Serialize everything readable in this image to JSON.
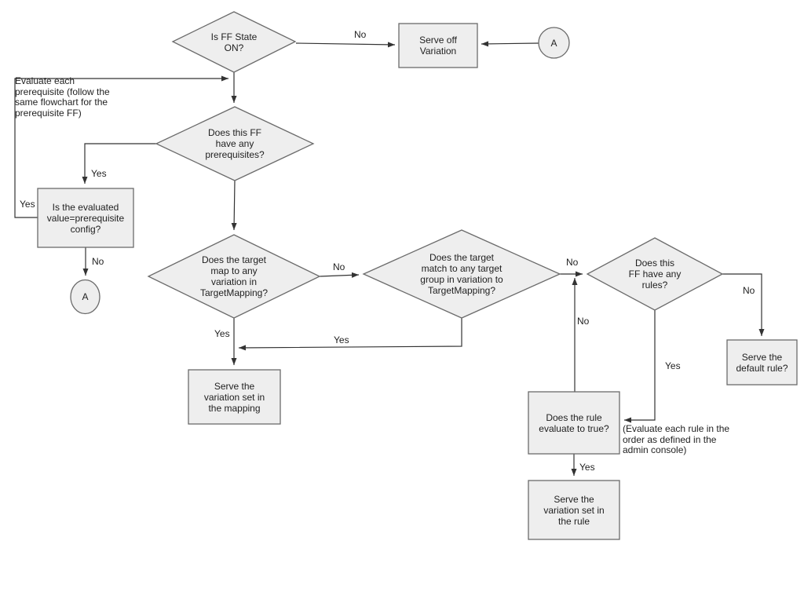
{
  "diagram": {
    "kind": "flowchart",
    "colors": {
      "background": "#ffffff",
      "node_fill": "#eeeeee",
      "node_stroke": "#6b6b6b",
      "connector": "#333333",
      "text": "#1f1f1f"
    },
    "nodes": {
      "is_ff_state_on": {
        "type": "decision",
        "label": "Is FF State\nON?"
      },
      "serve_off_variation": {
        "type": "process",
        "label": "Serve off\nVariation"
      },
      "connector_a_top": {
        "type": "connector",
        "label": "A"
      },
      "has_prerequisites": {
        "type": "decision",
        "label": "Does this FF\nhave any\nprerequisites?"
      },
      "evaluated_value": {
        "type": "process",
        "label": "Is the evaluated\nvalue=prerequisite\nconfig?"
      },
      "connector_a_left": {
        "type": "connector",
        "label": "A"
      },
      "target_mapping": {
        "type": "decision",
        "label": "Does the target\nmap to any\nvariation in\nTargetMapping?"
      },
      "target_group": {
        "type": "decision",
        "label": "Does the target\nmatch to any target\ngroup in variation to\nTargetMapping?"
      },
      "has_rules": {
        "type": "decision",
        "label": "Does this\nFF have any\nrules?"
      },
      "serve_default_rule": {
        "type": "process",
        "label": "Serve the\ndefault rule?"
      },
      "rule_evaluates_true": {
        "type": "process",
        "label": "Does the rule\nevaluate to true?"
      },
      "serve_rule_variation": {
        "type": "process",
        "label": "Serve the\nvariation set in\nthe rule"
      },
      "serve_mapping_variation": {
        "type": "process",
        "label": "Serve the\nvariation set in\nthe mapping"
      }
    },
    "notes": {
      "prerequisite_note": "Evaluate each\nprerequisite (follow the\nsame flowchart for the\nprerequisite FF)",
      "rule_order_note": "(Evaluate each rule in the\norder as defined in the\nadmin console)"
    },
    "edge_labels": {
      "no_ff_off": "No",
      "yes_prereq": "Yes",
      "yes_loop": "Yes",
      "no_evaluated": "No",
      "no_targetmap": "No",
      "no_targetgroup": "No",
      "no_rulefalse": "No",
      "no_rules": "No",
      "yes_rules": "Yes",
      "yes_ruletrue": "Yes",
      "yes_targetmap": "Yes",
      "yes_targetgroup": "Yes"
    }
  }
}
